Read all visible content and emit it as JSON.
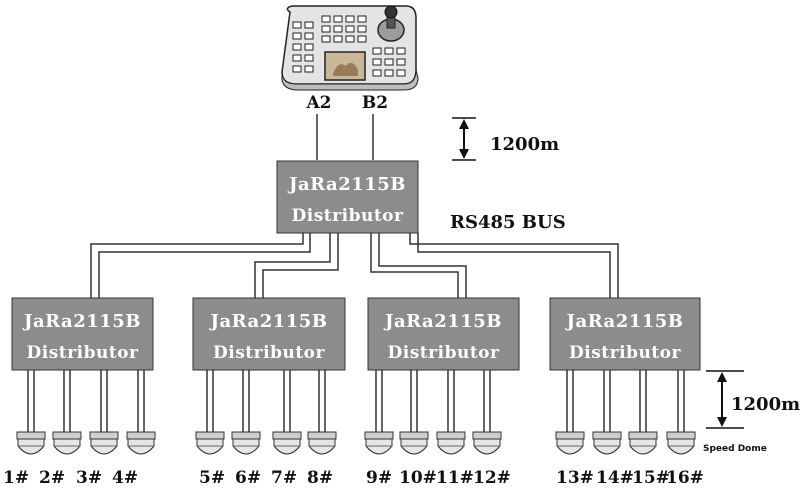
{
  "controller": {
    "ports": [
      "A2",
      "B2"
    ]
  },
  "main_distributor": {
    "model": "JaRa2115B",
    "role": "Distributor"
  },
  "bus_label": "RS485 BUS",
  "distance_top": "1200m",
  "distance_bottom": "1200m",
  "speed_dome_label": "Speed Dome",
  "groups": [
    {
      "model": "JaRa2115B",
      "role": "Distributor",
      "cameras": [
        "1#",
        "2#",
        "3#",
        "4#"
      ]
    },
    {
      "model": "JaRa2115B",
      "role": "Distributor",
      "cameras": [
        "5#",
        "6#",
        "7#",
        "8#"
      ]
    },
    {
      "model": "JaRa2115B",
      "role": "Distributor",
      "cameras": [
        "9#",
        "10#",
        "11#",
        "12#"
      ]
    },
    {
      "model": "JaRa2115B",
      "role": "Distributor",
      "cameras": [
        "13#",
        "14#",
        "15#",
        "16#"
      ]
    }
  ],
  "colors": {
    "box_fill": "#8c8c8c",
    "line": "#333333",
    "controller_body": "#d9d9d9"
  }
}
